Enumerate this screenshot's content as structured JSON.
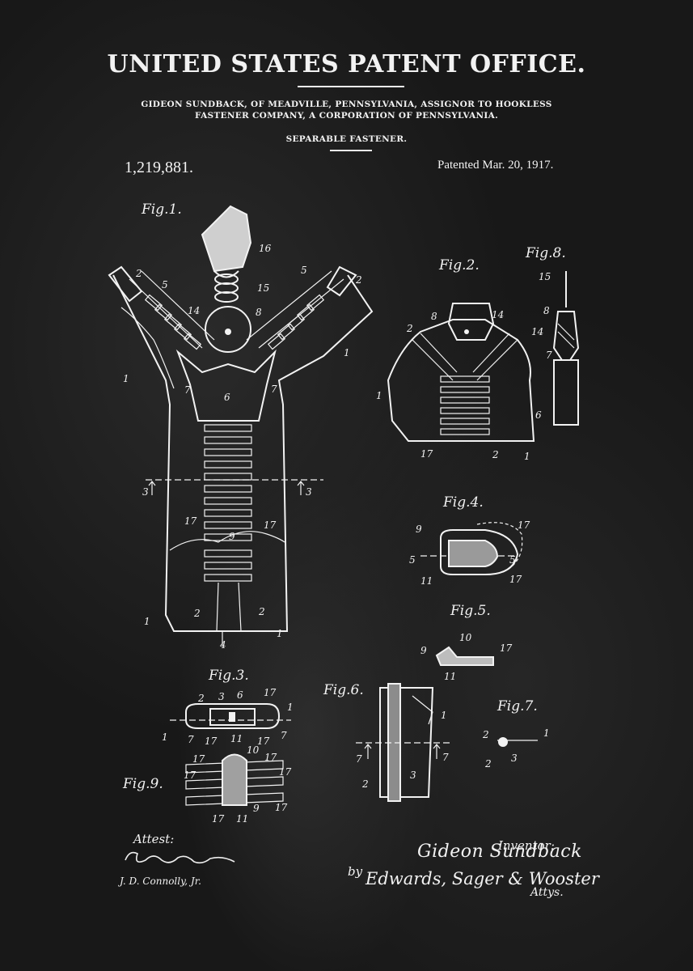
{
  "header": {
    "title": "UNITED STATES PATENT OFFICE.",
    "inventor_line_1": "GIDEON SUNDBACK, OF MEADVILLE, PENNSYLVANIA, ASSIGNOR TO HOOKLESS",
    "inventor_line_2": "FASTENER COMPANY, A CORPORATION OF PENNSYLVANIA.",
    "invention_title": "SEPARABLE FASTENER.",
    "patent_number": "1,219,881.",
    "patent_date": "Patented Mar. 20, 1917."
  },
  "figures": {
    "fig1": "Fig.1.",
    "fig2": "Fig.2.",
    "fig3": "Fig.3.",
    "fig4": "Fig.4.",
    "fig5": "Fig.5.",
    "fig6": "Fig.6.",
    "fig7": "Fig.7.",
    "fig8": "Fig.8.",
    "fig9": "Fig.9."
  },
  "reference_numerals": {
    "r1": "1",
    "r2": "2",
    "r3": "3",
    "r4": "4",
    "r5": "5",
    "r6": "6",
    "r7": "7",
    "r8": "8",
    "r9": "9",
    "r10": "10",
    "r11": "11",
    "r14": "14",
    "r15": "15",
    "r16": "16",
    "r17": "17"
  },
  "signatures": {
    "attest_label": "Attest:",
    "witness_2": "J. D. Connolly, Jr.",
    "inventor_label": "Inventor:",
    "inventor_signature": "Gideon Sundback",
    "by_label": "by",
    "attorneys_signature": "Edwards, Sager & Wooster",
    "attys_label": "Attys."
  },
  "colors": {
    "background": "#181818",
    "ink": "#f2f2f2"
  }
}
